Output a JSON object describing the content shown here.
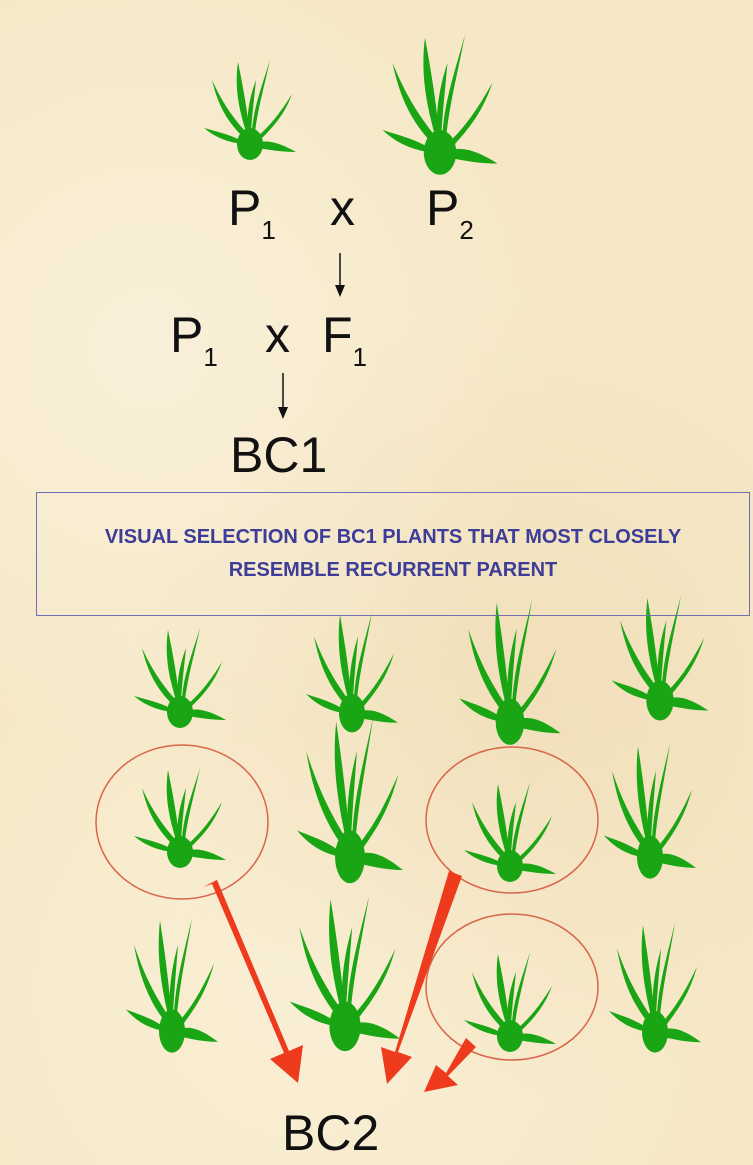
{
  "parents": {
    "p": "P",
    "one": "1",
    "two": "2",
    "cross": "x"
  },
  "first_cross": {
    "p": "P",
    "p_sub": "1",
    "cross": "x",
    "f": "F",
    "f_sub": "1"
  },
  "bc1": "BC1",
  "banner": "VISUAL SELECTION OF BC1 PLANTS THAT MOST CLOSELY RESEMBLE RECURRENT PARENT",
  "bc2": "BC2",
  "colors": {
    "plant": "#1aa514",
    "selection_circle": "#d9664a",
    "selection_arrow": "#ee3b1e",
    "banner_text": "#3d3d99",
    "background": "#f6e8c6"
  },
  "plant_icon": "grass-plant-icon",
  "bc1_population": {
    "plants": 12,
    "selected": 3
  }
}
